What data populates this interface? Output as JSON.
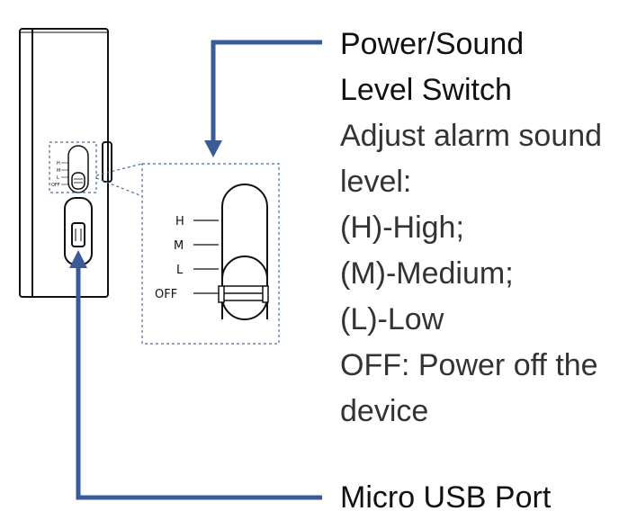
{
  "power_switch": {
    "title_line1": "Power/Sound",
    "title_line2": "Level Switch",
    "description_lines": [
      "Adjust alarm sound",
      "level:",
      "(H)-High;",
      "(M)-Medium;",
      "(L)-Low",
      "OFF: Power off the",
      "device"
    ],
    "positions": [
      "H",
      "M",
      "L",
      "OFF"
    ]
  },
  "usb_port": {
    "title": "Micro USB Port"
  },
  "colors": {
    "arrow": "#3A5A9A",
    "outline": "#111111",
    "dashed_box": "#4A6A9A"
  },
  "icons": {
    "device": "device-side-view",
    "arrow_power": "arrow-down",
    "arrow_usb": "arrow-up"
  }
}
